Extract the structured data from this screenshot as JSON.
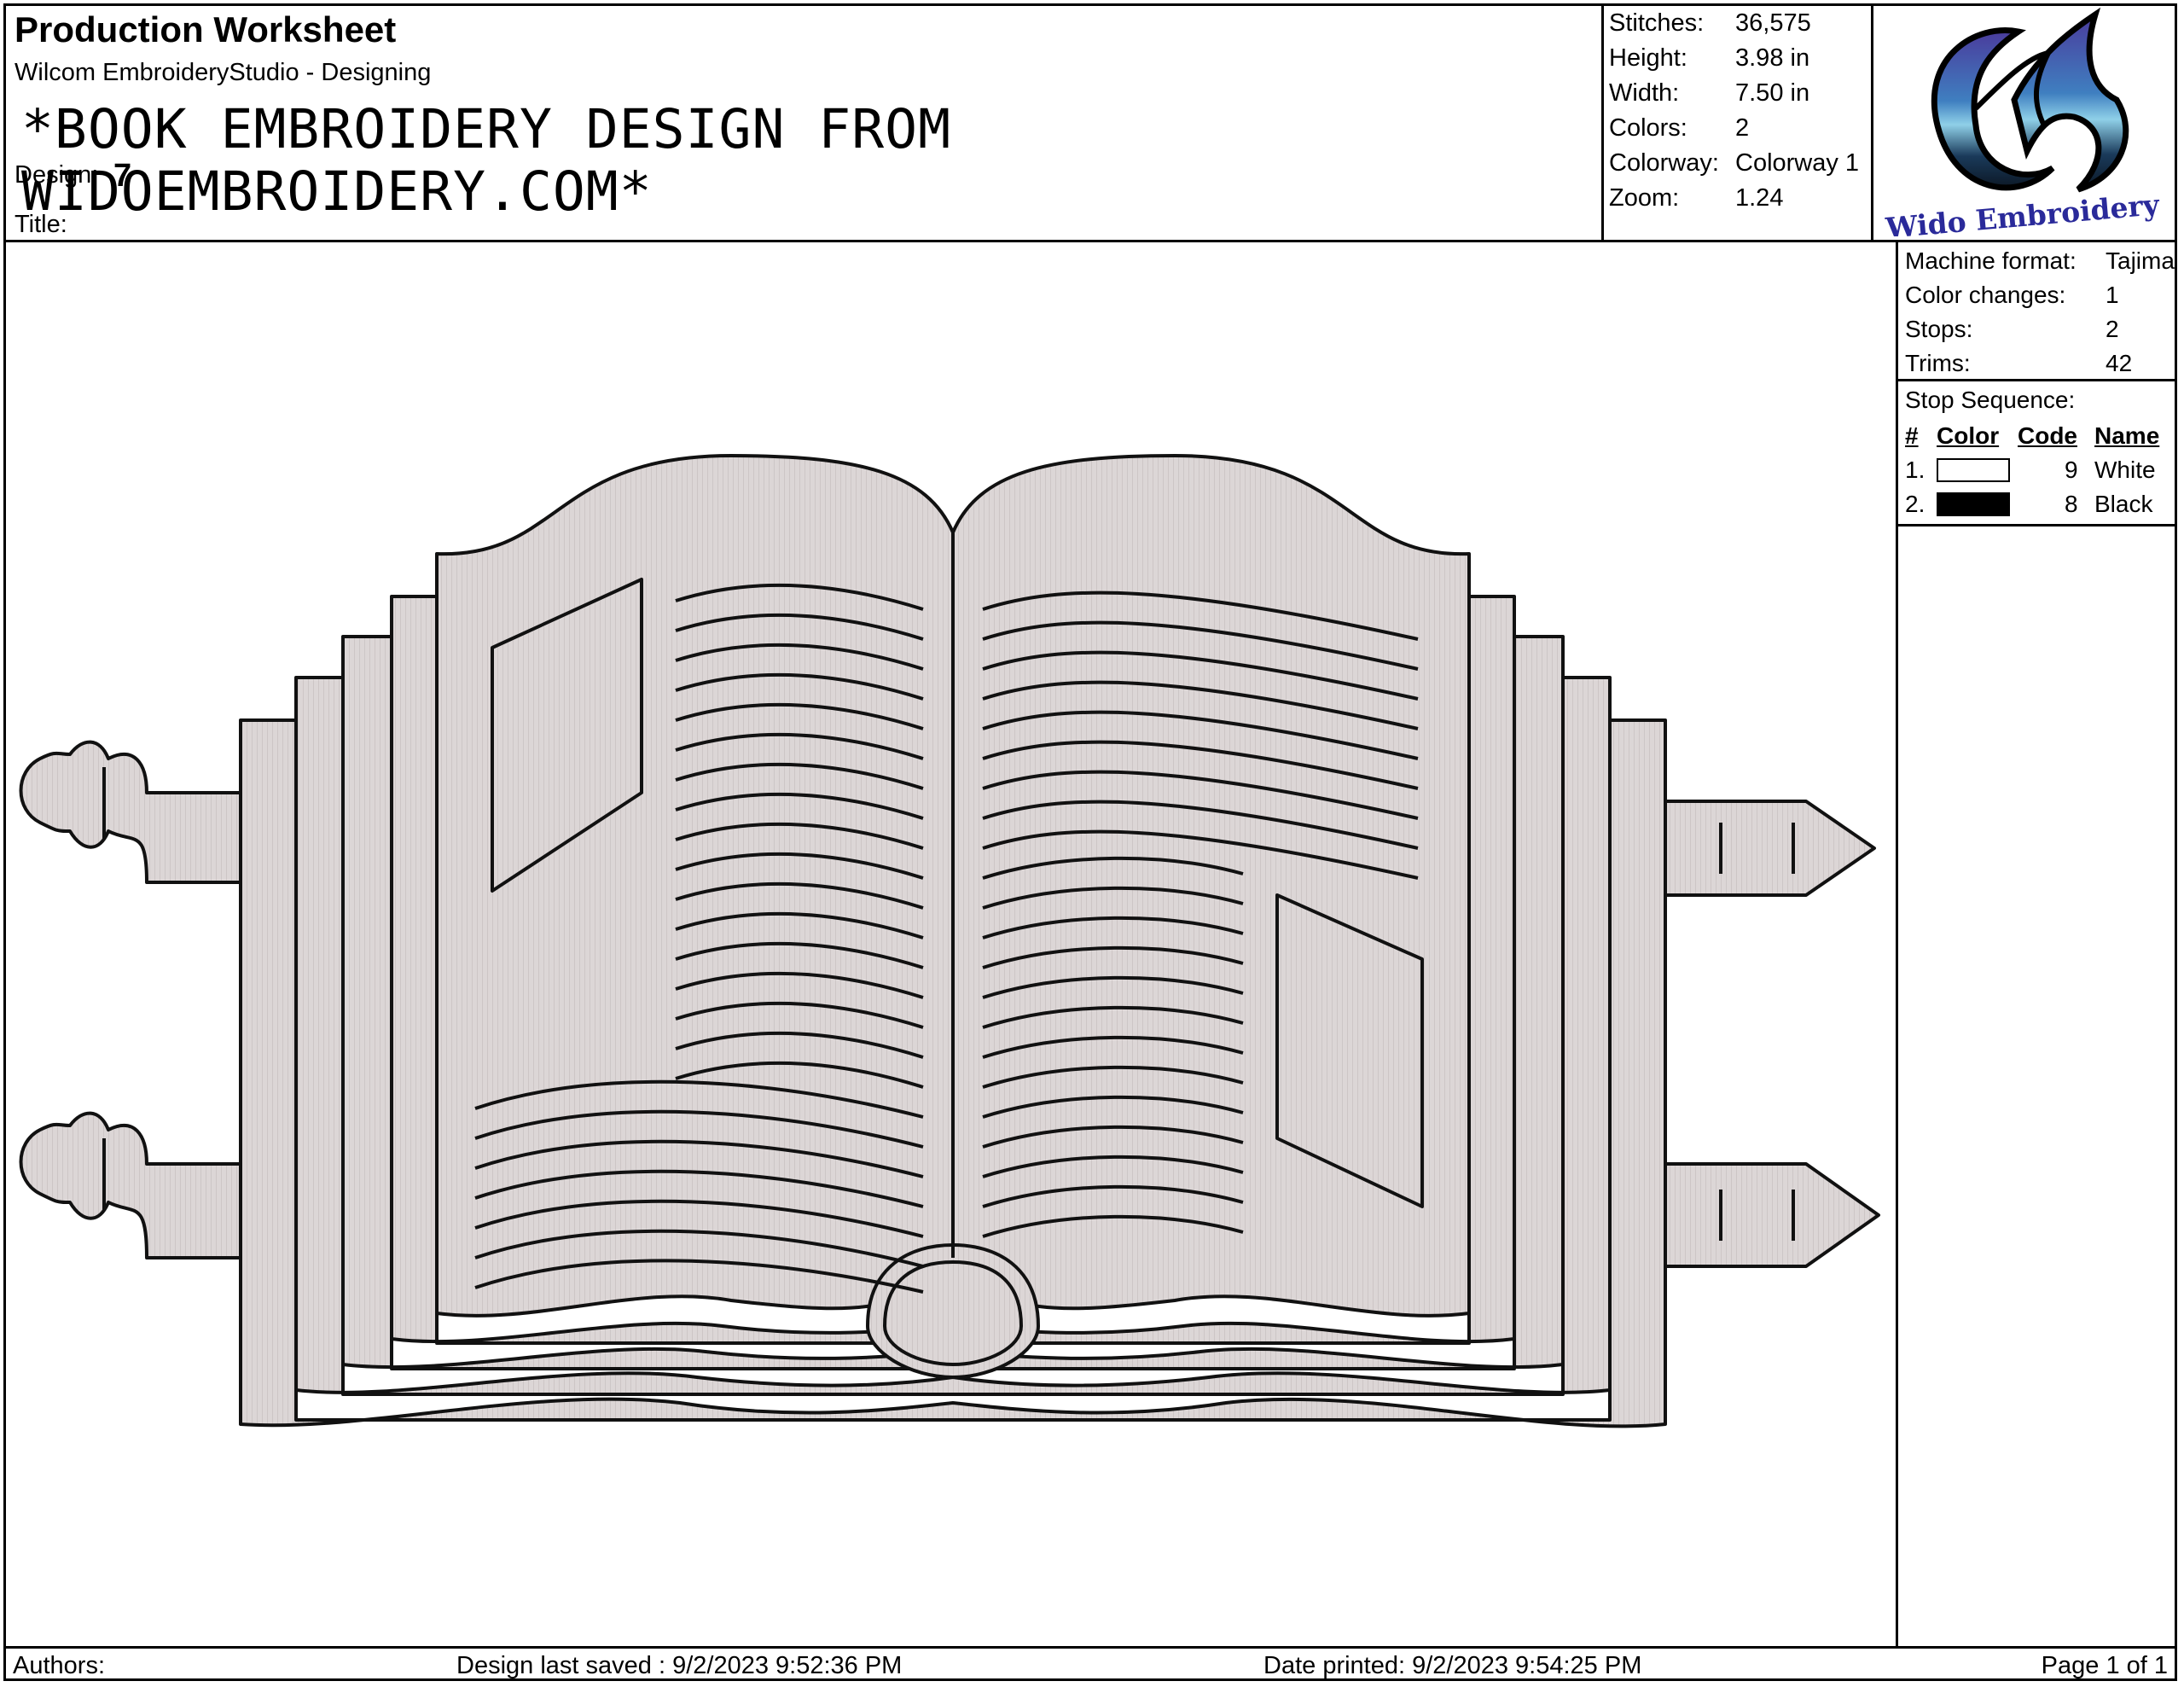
{
  "header": {
    "title": "Production Worksheet",
    "software": "Wilcom EmbroideryStudio - Designing",
    "design_name": "*BOOK EMBROIDERY DESIGN FROM WIDOEMBROIDERY.COM*",
    "design_label": "Design:",
    "design_number": "7",
    "title_label": "Title:"
  },
  "stats": [
    {
      "label": "Stitches:",
      "value": "36,575"
    },
    {
      "label": "Height:",
      "value": "3.98 in"
    },
    {
      "label": "Width:",
      "value": "7.50 in"
    },
    {
      "label": "Colors:",
      "value": "2"
    },
    {
      "label": "Colorway:",
      "value": "Colorway 1"
    },
    {
      "label": "Zoom:",
      "value": "1.24"
    }
  ],
  "logo": {
    "text": "Wido Embroidery"
  },
  "machine": [
    {
      "label": "Machine format:",
      "value": "Tajima"
    },
    {
      "label": "Color changes:",
      "value": "1"
    },
    {
      "label": "Stops:",
      "value": "2"
    },
    {
      "label": "Trims:",
      "value": "42"
    }
  ],
  "stop_sequence": {
    "title": "Stop Sequence:",
    "columns": [
      "#",
      "Color",
      "Code",
      "Name"
    ],
    "rows": [
      {
        "num": "1.",
        "swatch": "#ffffff",
        "code": "9",
        "name": "White"
      },
      {
        "num": "2.",
        "swatch": "#000000",
        "code": "8",
        "name": "Black"
      }
    ]
  },
  "footer": {
    "authors": "Authors:",
    "last_saved": "Design last saved : 9/2/2023 9:52:36 PM",
    "printed": "Date printed: 9/2/2023 9:54:25 PM",
    "page": "Page 1 of 1"
  },
  "colors": {
    "fill": "#dcd6d6",
    "stroke": "#111111"
  }
}
